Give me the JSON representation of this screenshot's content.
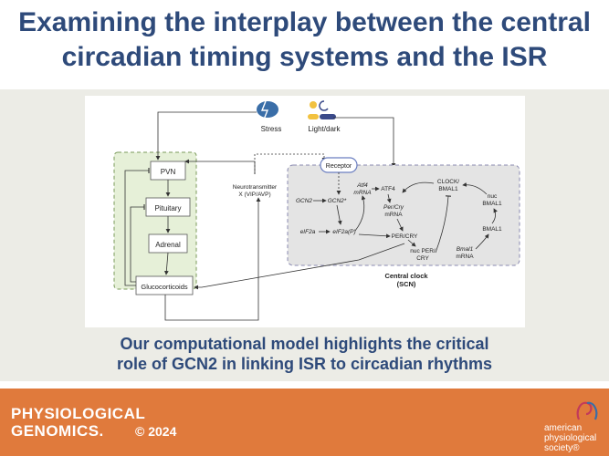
{
  "header": {
    "title_line1": "Examining the interplay between the central",
    "title_line2": "circadian timing systems and the ISR"
  },
  "diagram": {
    "stress_label": "Stress",
    "light_label": "Light/dark",
    "pvn_label": "PVN",
    "pituitary_label": "Pituitary",
    "adrenal_label": "Adrenal",
    "glucocorticoids_label": "Glucocorticoids",
    "neurotransmitter_line1": "Neurotransmitter",
    "neurotransmitter_line2": "X (VIP/AVP)",
    "receptor_label": "Receptor",
    "gcn2_label": "GCN2",
    "gcn2_active_label": "GCN2*",
    "eif2a_label": "eIF2a",
    "eif2a_p_label": "eIF2a(P)",
    "atf4_mrna_line1": "Atf4",
    "atf4_mrna_line2": "mRNA",
    "atf4_label": "ATF4",
    "per_cry_mrna_line1": "Per/Cry",
    "per_cry_mrna_line2": "mRNA",
    "per_cry_label": "PER/CRY",
    "nuc_per_cry_line1": "nuc PER/",
    "nuc_per_cry_line2": "CRY",
    "clock_bmal1_line1": "CLOCK/",
    "clock_bmal1_line2": "BMAL1",
    "nuc_bmal1_line1": "nuc",
    "nuc_bmal1_line2": "BMAL1",
    "bmal1_label": "BMAL1",
    "bmal1_mrna_line1": "Bmal1",
    "bmal1_mrna_line2": "mRNA",
    "central_clock_line1": "Central clock",
    "central_clock_line2": "(SCN)"
  },
  "caption": {
    "line1": "Our computational model highlights the critical",
    "line2": "role of GCN2 in linking ISR to circadian rhythms"
  },
  "footer": {
    "journal_line1": "PHYSIOLOGICAL",
    "journal_line2": "GENOMICS.",
    "year": "© 2024",
    "society_line1": "american",
    "society_line2": "physiological",
    "society_line3": "society®"
  },
  "colors": {
    "title": "#2e4a7a",
    "band": "#ecece6",
    "footer": "#e07a3c",
    "hpa_panel": "#e6f0d8",
    "clock_panel": "#e4e4e4",
    "receptor_border": "#6a7ec0"
  }
}
